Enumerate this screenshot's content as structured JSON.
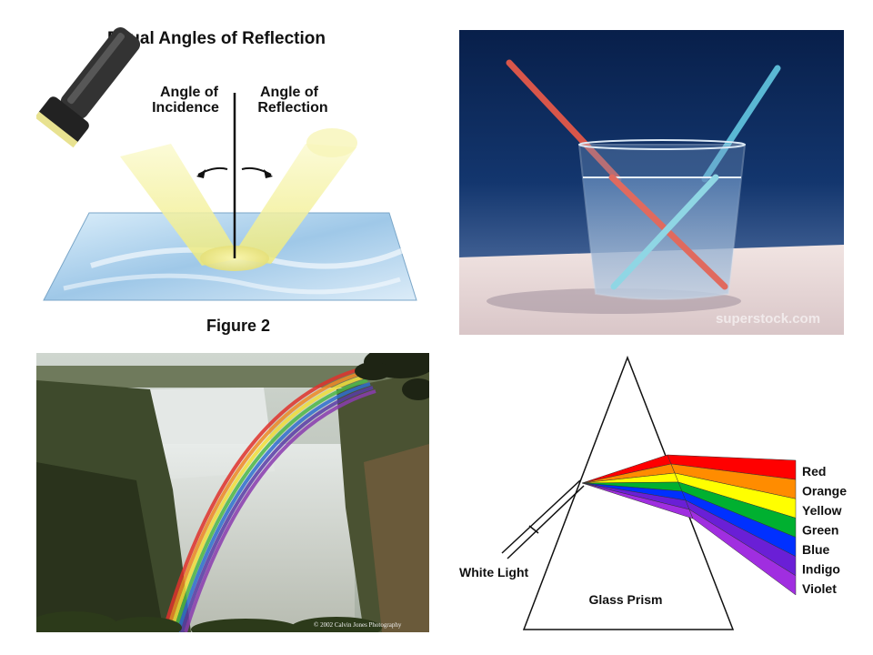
{
  "reflection": {
    "title": "Equal Angles of Reflection",
    "incidence_line1": "Angle of",
    "incidence_line2": "Incidence",
    "reflection_line1": "Angle of",
    "reflection_line2": "Reflection",
    "caption": "Figure 2",
    "colors": {
      "beam": "#f3f08a",
      "mirror": "#bcd9ef",
      "flashlight": "#2f2f2f"
    }
  },
  "straws": {
    "watermark": "superstock.com",
    "colors": {
      "background_top": "#0c2a5c",
      "table": "#e7d7d8",
      "red_straw": "#d8564a",
      "blue_straw": "#5ab8d4"
    }
  },
  "rainbow": {
    "credit": "© 2002 Calvin Jones Photography",
    "colors": [
      "#e0322c",
      "#f08a24",
      "#f2e03a",
      "#4cb848",
      "#2f6fd0",
      "#5a3ca8",
      "#8a3cb0"
    ]
  },
  "prism": {
    "white_light_label": "White Light",
    "prism_label": "Glass Prism",
    "spectrum": [
      {
        "name": "Red",
        "color": "#ff0000"
      },
      {
        "name": "Orange",
        "color": "#ff8c00"
      },
      {
        "name": "Yellow",
        "color": "#ffff00"
      },
      {
        "name": "Green",
        "color": "#00b030"
      },
      {
        "name": "Blue",
        "color": "#0030ff"
      },
      {
        "name": "Indigo",
        "color": "#6a1fd6"
      },
      {
        "name": "Violet",
        "color": "#a02ee0"
      }
    ]
  }
}
